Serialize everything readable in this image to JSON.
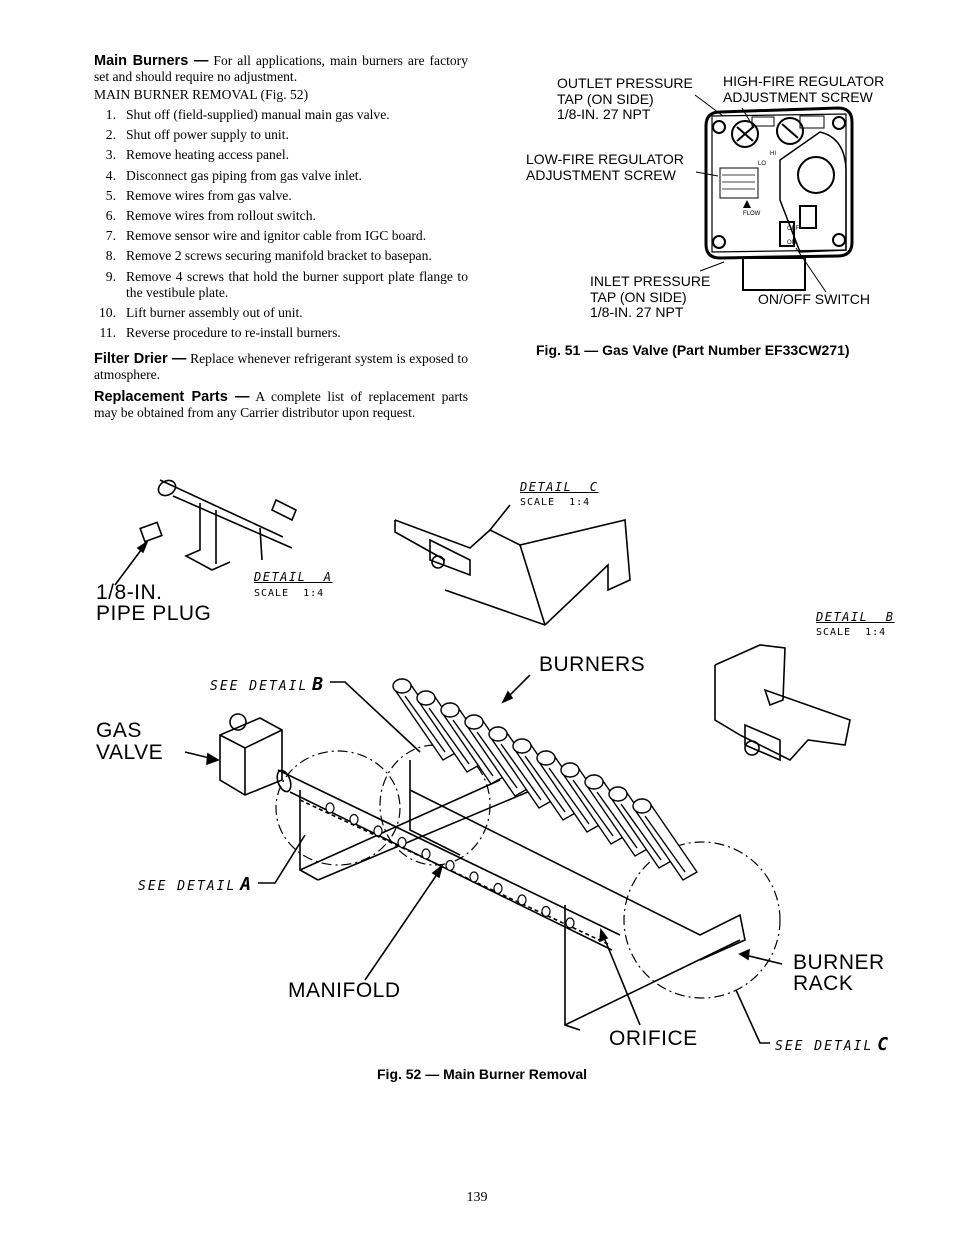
{
  "main_burners": {
    "heading": "Main Burners —",
    "text": "For all applications, main burners are factory set and should require no adjustment.",
    "removal_title": "MAIN BURNER REMOVAL (Fig. 52)",
    "steps": [
      {
        "num": "1.",
        "text": "Shut off (field-supplied) manual main gas valve."
      },
      {
        "num": "2.",
        "text": "Shut off power supply to unit."
      },
      {
        "num": "3.",
        "text": "Remove heating access panel."
      },
      {
        "num": "4.",
        "text": "Disconnect gas piping from gas valve inlet."
      },
      {
        "num": "5.",
        "text": "Remove wires from gas valve."
      },
      {
        "num": "6.",
        "text": "Remove wires from rollout switch."
      },
      {
        "num": "7.",
        "text": "Remove sensor wire and ignitor cable from IGC board."
      },
      {
        "num": "8.",
        "text": "Remove 2 screws securing manifold bracket to basepan."
      },
      {
        "num": "9.",
        "text": "Remove 4 screws that hold the burner support plate flange to the vestibule plate."
      },
      {
        "num": "10.",
        "text": "Lift burner assembly out of unit."
      },
      {
        "num": "11.",
        "text": "Reverse procedure to re-install burners."
      }
    ]
  },
  "filter_drier": {
    "heading": "Filter Drier —",
    "text": "Replace whenever refrigerant system is exposed to atmosphere."
  },
  "replacement_parts": {
    "heading": "Replacement Parts —",
    "text": "A complete list of replacement parts may be obtained from any Carrier distributor upon request."
  },
  "fig51": {
    "labels": {
      "outlet": "OUTLET PRESSURE\nTAP (ON SIDE)\n1/8-IN. 27 NPT",
      "high_fire": "HIGH-FIRE REGULATOR\nADJUSTMENT SCREW",
      "low_fire": "LOW-FIRE REGULATOR\nADJUSTMENT SCREW",
      "inlet": "INLET PRESSURE\nTAP (ON SIDE)\n1/8-IN. 27 NPT",
      "onoff": "ON/OFF SWITCH"
    },
    "valve_text": {
      "off": "OFF",
      "on": "ON",
      "flow": "FLOW",
      "hi": "HI",
      "lo": "LO"
    },
    "caption": "Fig. 51 — Gas Valve (Part Number EF33CW271)"
  },
  "fig52": {
    "pipe_plug": "1/8-IN.\nPIPE PLUG",
    "detail_a": "DETAIL  A",
    "detail_b": "DETAIL  B",
    "detail_c": "DETAIL  C",
    "scale_a": "SCALE  1:4",
    "scale_b": "SCALE  1:4",
    "scale_c": "SCALE  1:4",
    "burners": "BURNERS",
    "gas_valve": "GAS\nVALVE",
    "manifold": "MANIFOLD",
    "orifice": "ORIFICE",
    "burner_rack": "BURNER\nRACK",
    "see_detail": "SEE DETAIL",
    "letter_a": "A",
    "letter_b": "B",
    "letter_c": "C",
    "caption": "Fig. 52 — Main Burner Removal"
  },
  "page_number": "139"
}
